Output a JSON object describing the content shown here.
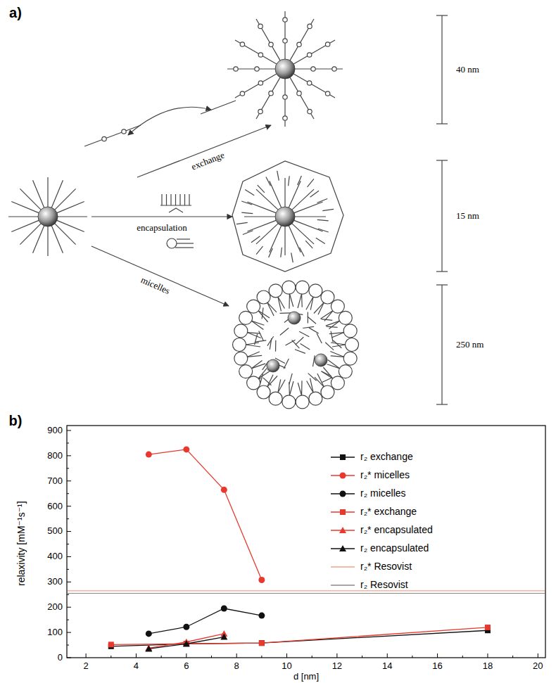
{
  "diagram": {
    "labels": [
      "a)",
      "exchange",
      "encapsulation",
      "micelles",
      "40 nm",
      "15 nm",
      "250 nm",
      "b)",
      "0",
      "100",
      "200",
      "300",
      "400",
      "500",
      "600",
      "700",
      "800",
      "900",
      "2",
      "4",
      "6",
      "8",
      "10",
      "12",
      "14",
      "16",
      "18",
      "20",
      "relaxivity [mM⁻¹s⁻¹]",
      "d [nm]"
    ],
    "legend": [
      {
        "text": "r₂ exchange"
      },
      {
        "text": "r₂* micelles"
      },
      {
        "text": "r₂ micelles"
      },
      {
        "text": "r₂* exchange"
      },
      {
        "text": "r₂* encapsulated"
      },
      {
        "text": "r₂ encapsulated"
      },
      {
        "text": "r₂* Resovist"
      },
      {
        "text": "r₂ Resovist"
      }
    ]
  }
}
